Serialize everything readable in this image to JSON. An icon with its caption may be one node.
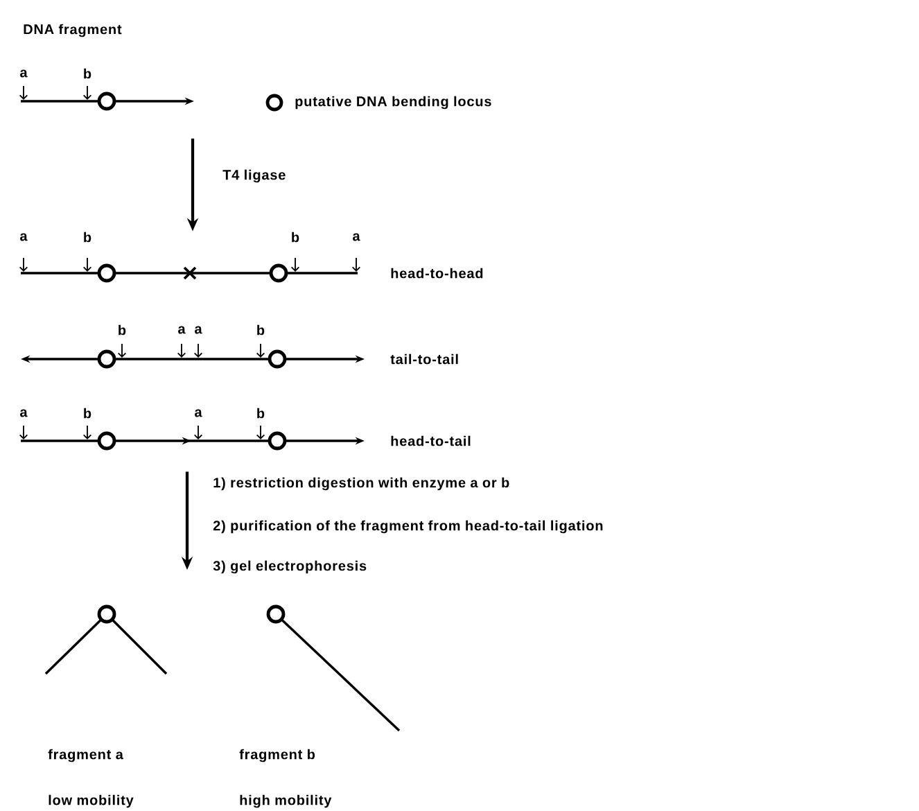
{
  "diagram": {
    "nodes": [
      {
        "text": [],
        "shape": "line"
      },
      {
        "text": [],
        "shape": "line",
        "beside": [
          "head-to-head"
        ]
      },
      {
        "text": [],
        "shape": "line",
        "beside": [
          "tail-to-tail"
        ]
      },
      {
        "text": [],
        "shape": "line",
        "beside": [
          "head-to-tail"
        ]
      },
      {
        "text": [],
        "shape": "line",
        "beside": [
          "fragment a",
          "low mobility"
        ]
      },
      {
        "text": [],
        "shape": "line",
        "beside": [
          "fragment b",
          "high mobility"
        ]
      }
    ],
    "edges": [
      {
        "from": 0,
        "to": 1,
        "arrow": "to",
        "label": "T4 ligase"
      },
      {
        "from": 3,
        "to": null,
        "arrow": "to"
      }
    ],
    "labels": [
      "DNA fragment",
      "a",
      "b",
      "a",
      "b",
      "b",
      "a",
      "b",
      "a",
      "a",
      "b",
      "a",
      "b",
      "a",
      "b",
      "1) restriction digestion with enzyme a or b",
      "2) purification of the fragment from head-to-tail ligation",
      "3) gel electrophoresis"
    ],
    "legend": [
      {
        "text": "putative DNA bending locus"
      }
    ]
  }
}
